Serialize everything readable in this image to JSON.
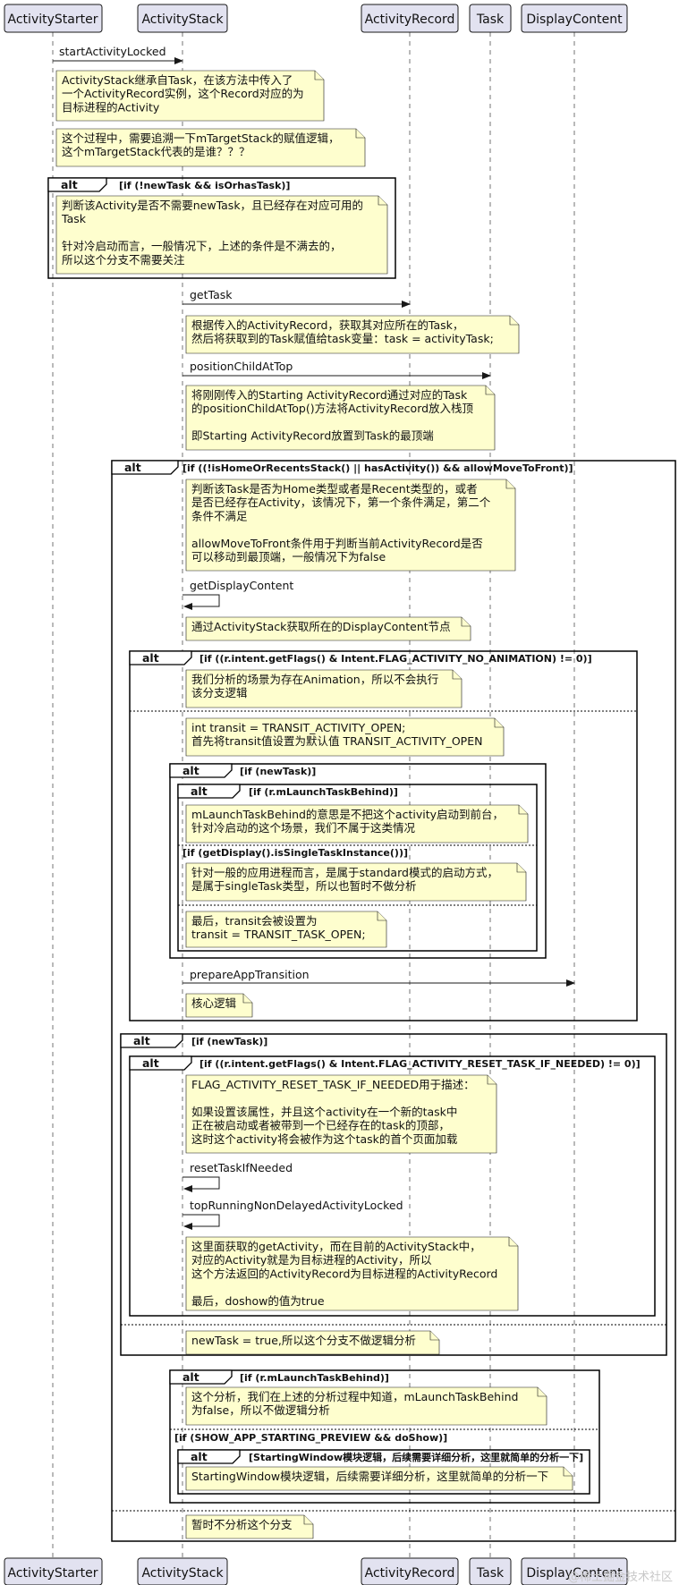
{
  "participants": [
    {
      "id": "starter",
      "label": "ActivityStarter"
    },
    {
      "id": "stack",
      "label": "ActivityStack"
    },
    {
      "id": "record",
      "label": "ActivityRecord"
    },
    {
      "id": "task",
      "label": "Task"
    },
    {
      "id": "display",
      "label": "DisplayContent"
    }
  ],
  "messages": {
    "start_activity_locked": "startActivityLocked",
    "get_task": "getTask",
    "position_child_at_top": "positionChildAtTop",
    "get_display_content": "getDisplayContent",
    "prepare_app_transition": "prepareAppTransition",
    "reset_task_if_needed": "resetTaskIfNeeded",
    "top_running_non_delayed": "topRunningNonDelayedActivityLocked"
  },
  "notes": {
    "n1": [
      "ActivityStack继承自Task，在该方法中传入了",
      "一个ActivityRecord实例，这个Record对应的为",
      "目标进程的Activity"
    ],
    "n2": [
      "这个过程中，需要追溯一下mTargetStack的赋值逻辑，",
      "这个mTargetStack代表的是谁？？？"
    ],
    "n3": [
      "判断该Activity是否不需要newTask，且已经存在对应可用的",
      "Task",
      "",
      "针对冷启动而言，一般情况下，上述的条件是不满去的，",
      "所以这个分支不需要关注"
    ],
    "n4": [
      "根据传入的ActivityRecord，获取其对应所在的Task，",
      "然后将获取到的Task赋值给task变量：task = activityTask;"
    ],
    "n5": [
      "将刚刚传入的Starting ActivityRecord通过对应的Task",
      "的positionChildAtTop()方法将ActivityRecord放入栈顶",
      "",
      "即Starting ActivityRecord放置到Task的最顶端"
    ],
    "n6": [
      "判断该Task是否为Home类型或者是Recent类型的，或者",
      "是否已经存在Activity，该情况下，第一个条件满足，第二个",
      "条件不满足",
      "",
      "allowMoveToFront条件用于判断当前ActivityRecord是否",
      "可以移动到最顶端，一般情况下为false"
    ],
    "n7": [
      "通过ActivityStack获取所在的DisplayContent节点"
    ],
    "n8": [
      "我们分析的场景为存在Animation，所以不会执行",
      "该分支逻辑"
    ],
    "n9": [
      "int transit = TRANSIT_ACTIVITY_OPEN;",
      "首先将transit值设置为默认值 TRANSIT_ACTIVITY_OPEN"
    ],
    "n10": [
      "mLaunchTaskBehind的意思是不把这个activity启动到前台，",
      "针对冷启动的这个场景，我们不属于这类情况"
    ],
    "n11": [
      "针对一般的应用进程而言，是属于standard模式的启动方式，",
      "是属于singleTask类型，所以也暂时不做分析"
    ],
    "n12": [
      "最后，transit会被设置为",
      "transit = TRANSIT_TASK_OPEN;"
    ],
    "n13": [
      "核心逻辑"
    ],
    "n14": [
      "FLAG_ACTIVITY_RESET_TASK_IF_NEEDED用于描述：",
      "",
      "如果设置该属性，并且这个activity在一个新的task中",
      "正在被启动或者被带到一个已经存在的task的顶部，",
      "这时这个activity将会被作为这个task的首个页面加载"
    ],
    "n15": [
      "这里面获取的getActivity，而在目前的ActivityStack中，",
      "对应的Activity就是为目标进程的Activity，所以",
      "这个方法返回的ActivityRecord为目标进程的ActivityRecord",
      "",
      "最后，doshow的值为true"
    ],
    "n16": [
      "newTask = true,所以这个分支不做逻辑分析"
    ],
    "n17": [
      "这个分析，我们在上述的分析过程中知道，mLaunchTaskBehind",
      "为false，所以不做逻辑分析"
    ],
    "n18": [
      "StartingWindow模块逻辑，后续需要详细分析，这里就简单的分析一下"
    ],
    "n19": [
      "暂时不分析这个分支"
    ]
  },
  "frames": {
    "alt_keyword": "alt",
    "f1": "[if (!newTask && isOrhasTask)]",
    "f2": "[if ((!isHomeOrRecentsStack() || hasActivity()) && allowMoveToFront)]",
    "f3": "[if ((r.intent.getFlags() & Intent.FLAG_ACTIVITY_NO_ANIMATION) != 0)]",
    "f4": "[if (newTask)]",
    "f5": "[if (r.mLaunchTaskBehind)]",
    "f5_else": "[if (getDisplay().isSingleTaskInstance())]",
    "f6": "[if (newTask)]",
    "f7": "[if ((r.intent.getFlags() & Intent.FLAG_ACTIVITY_RESET_TASK_IF_NEEDED) != 0)]",
    "f8": "[if (r.mLaunchTaskBehind)]",
    "f8_else": "[if (SHOW_APP_STARTING_PREVIEW && doShow)]",
    "f9": "[StartingWindow模块逻辑，后续需要详细分析，这里就简单的分析一下]"
  },
  "watermark": "@稀土掘金技术社区"
}
